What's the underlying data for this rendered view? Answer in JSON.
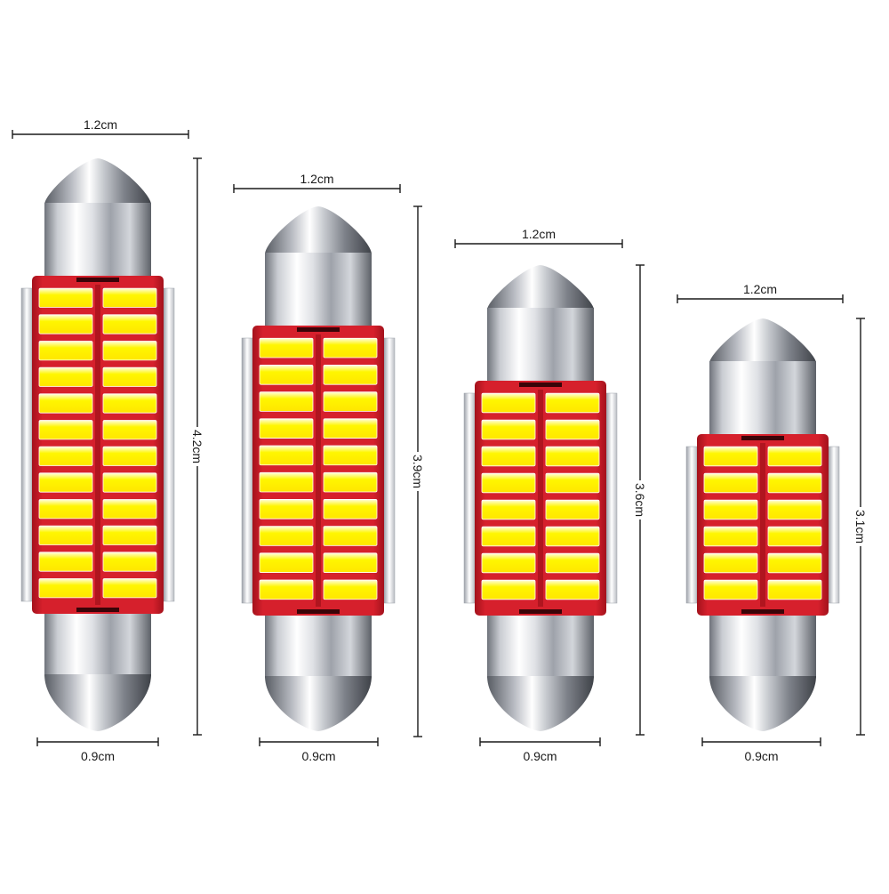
{
  "colors": {
    "board_red": "#d1202c",
    "board_red_dark": "#8e0d16",
    "led_yellow": "#fff200",
    "chrome_light": "#f4f5f7",
    "chrome_dark": "#6c7078"
  },
  "bulbs": [
    {
      "id": "42mm",
      "width_label": "1.2cm",
      "length_label": "4.2cm",
      "base_label": "0.9cm",
      "led_rows": 12
    },
    {
      "id": "39mm",
      "width_label": "1.2cm",
      "length_label": "3.9cm",
      "base_label": "0.9cm",
      "led_rows": 10
    },
    {
      "id": "36mm",
      "width_label": "1.2cm",
      "length_label": "3.6cm",
      "base_label": "0.9cm",
      "led_rows": 8
    },
    {
      "id": "31mm",
      "width_label": "1.2cm",
      "length_label": "3.1cm",
      "base_label": "0.9cm",
      "led_rows": 6
    }
  ]
}
